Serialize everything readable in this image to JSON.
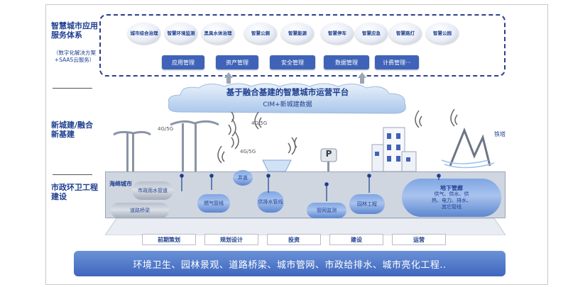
{
  "sections": {
    "smart_city": {
      "title": "智慧城市应用服务体系",
      "subtitle": "（数字化解决方案+SAAS云服务）"
    },
    "new_build": {
      "title": "新城建/融合新基建"
    },
    "municipal": {
      "title": "市政环卫工程建设"
    }
  },
  "apps": [
    {
      "label": "城市综合治理"
    },
    {
      "label": "智慧环境监测"
    },
    {
      "label": "黑臭水体治理"
    },
    {
      "label": "智慧公厕"
    },
    {
      "label": "智慧能源"
    },
    {
      "label": "智慧停车"
    },
    {
      "label": "智慧应急"
    },
    {
      "label": "智慧路灯"
    },
    {
      "label": "智慧公园"
    }
  ],
  "management": [
    {
      "label": "应用管理"
    },
    {
      "label": "资产管理"
    },
    {
      "label": "安全管理"
    },
    {
      "label": "数据管理"
    },
    {
      "label": "计费管理···"
    }
  ],
  "platform": {
    "title": "基于融合基建的智慧城市运营平台",
    "subtitle": "CIM+新城建数据"
  },
  "network_labels": [
    "4G/5G",
    "4G/5G",
    "4G/5G"
  ],
  "tower_label": "铁塔",
  "parking_sign": "P",
  "infra": {
    "sponge_city": "海绵城市",
    "municipal_rain": "市政雨水管道",
    "road_bridge": "道路桥梁",
    "gas_pipe": "燃气管线",
    "manhole": "井盖",
    "drain_pipe": "供排水管线",
    "pipe_monitor": "管网监测",
    "landscape": "园林工程",
    "utility_tunnel": "地下管廊",
    "utility_tunnel_detail": "供气、供水、供热、电力、排水、其它管线"
  },
  "stages": [
    {
      "label": "前期策划"
    },
    {
      "label": "规划设计"
    },
    {
      "label": "投资"
    },
    {
      "label": "建设"
    },
    {
      "label": "运营"
    }
  ],
  "bottom_band": "环境卫生、园林景观、道路桥梁、城市管网、市政给排水、城市亮化工程.."
}
